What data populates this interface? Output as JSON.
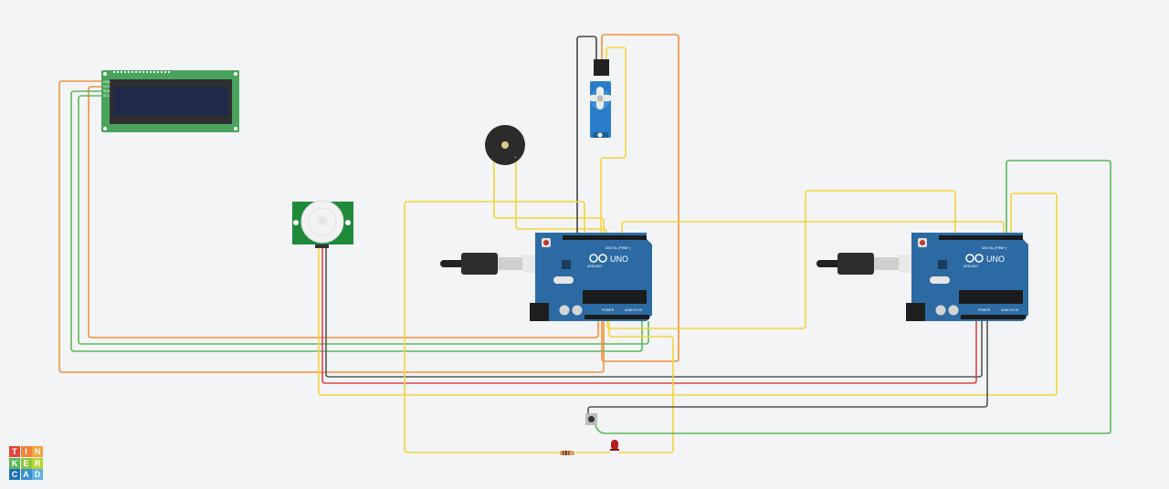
{
  "app": {
    "name": "Tinkercad",
    "logo_letters": [
      "T",
      "I",
      "N",
      "K",
      "E",
      "R",
      "C",
      "A",
      "D"
    ],
    "logo_colors": [
      "#e2463c",
      "#f2843a",
      "#f6a53b",
      "#5cb85c",
      "#8dc63f",
      "#b6d333",
      "#1f6fb6",
      "#3a8fd0",
      "#5fb0e6"
    ]
  },
  "components": {
    "lcd": {
      "label": "LCD 16x2",
      "pins": [
        "GND",
        "VCC",
        "SDA",
        "SCL"
      ]
    },
    "pir": {
      "label": "PIR Sensor"
    },
    "buzzer": {
      "label": "Piezo",
      "pins": [
        "-",
        "+"
      ]
    },
    "servo": {
      "label": "Micro Servo"
    },
    "arduino_1": {
      "brand": "ARDUINO",
      "model": "UNO",
      "digital_label": "DIGITAL (PWM~)",
      "power_label": "POWER",
      "analog_label": "ANALOG IN"
    },
    "arduino_2": {
      "brand": "ARDUINO",
      "model": "UNO",
      "digital_label": "DIGITAL (PWM~)",
      "power_label": "POWER",
      "analog_label": "ANALOG IN"
    },
    "pushbutton": {
      "label": "Pushbutton"
    },
    "resistor": {
      "label": "Resistor"
    },
    "led": {
      "label": "LED",
      "color": "#b01e1e"
    }
  },
  "wire_colors": {
    "orange": "#f0923a",
    "green": "#5cb85c",
    "yellow": "#f4d43a",
    "black": "#555555",
    "red": "#e0414a"
  }
}
